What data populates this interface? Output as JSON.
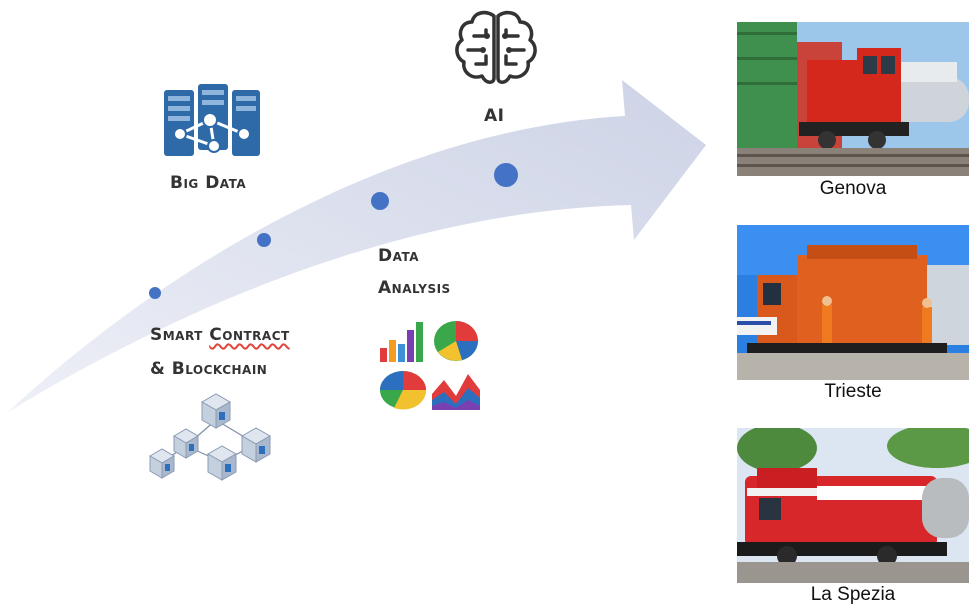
{
  "labels": {
    "big_data": "Big Data",
    "ai": "AI",
    "data_analysis_1": "Data",
    "data_analysis_2": "Analysis",
    "smart_contract_1a": "Smart ",
    "smart_contract_1b": "Contract",
    "smart_contract_2": "& Blockchain"
  },
  "photos": [
    {
      "caption": "Genova"
    },
    {
      "caption": "Trieste"
    },
    {
      "caption": "La Spezia"
    }
  ],
  "colors": {
    "arrow": "#d4d9ea",
    "dot": "#4472c4",
    "icon_blue": "#2e6aa8",
    "text": "#333333"
  },
  "icons": [
    "brain-icon",
    "server-network-icon",
    "pie-chart-icon",
    "bar-chart-icon",
    "blockchain-cubes-icon"
  ]
}
